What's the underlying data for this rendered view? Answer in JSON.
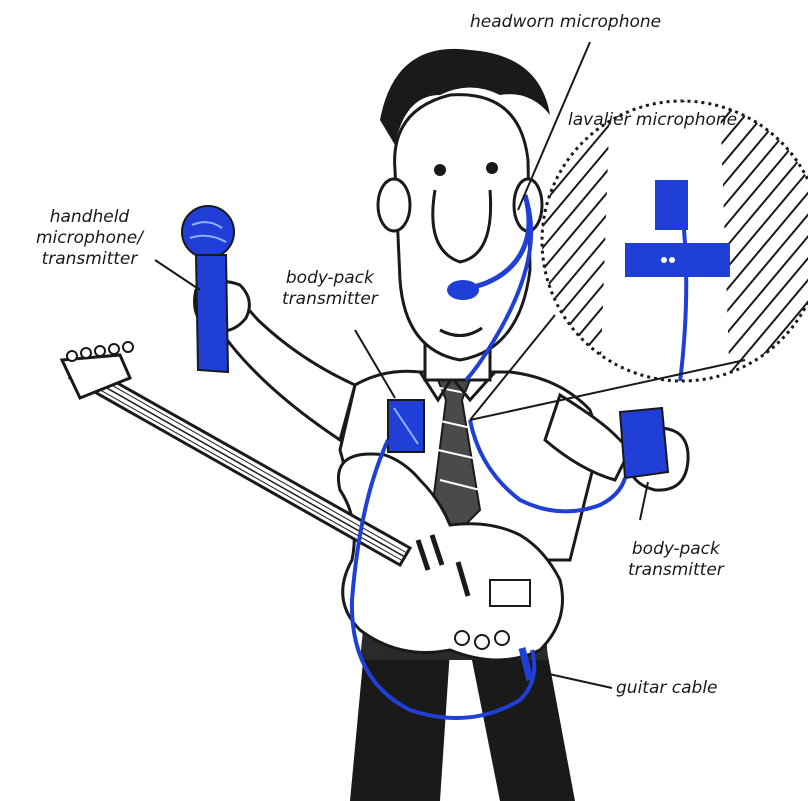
{
  "labels": {
    "headworn": "headworn microphone",
    "lavalier": "lavalier microphone",
    "handheld": [
      "handheld",
      "microphone/",
      "transmitter"
    ],
    "bodypack_left": [
      "body-pack",
      "transmitter"
    ],
    "bodypack_right": [
      "body-pack",
      "transmitter"
    ],
    "guitar_cable": "guitar cable"
  },
  "colors": {
    "ink": "#1a1a1a",
    "equipment_blue": "#1f3fd6",
    "background": "#ffffff"
  }
}
